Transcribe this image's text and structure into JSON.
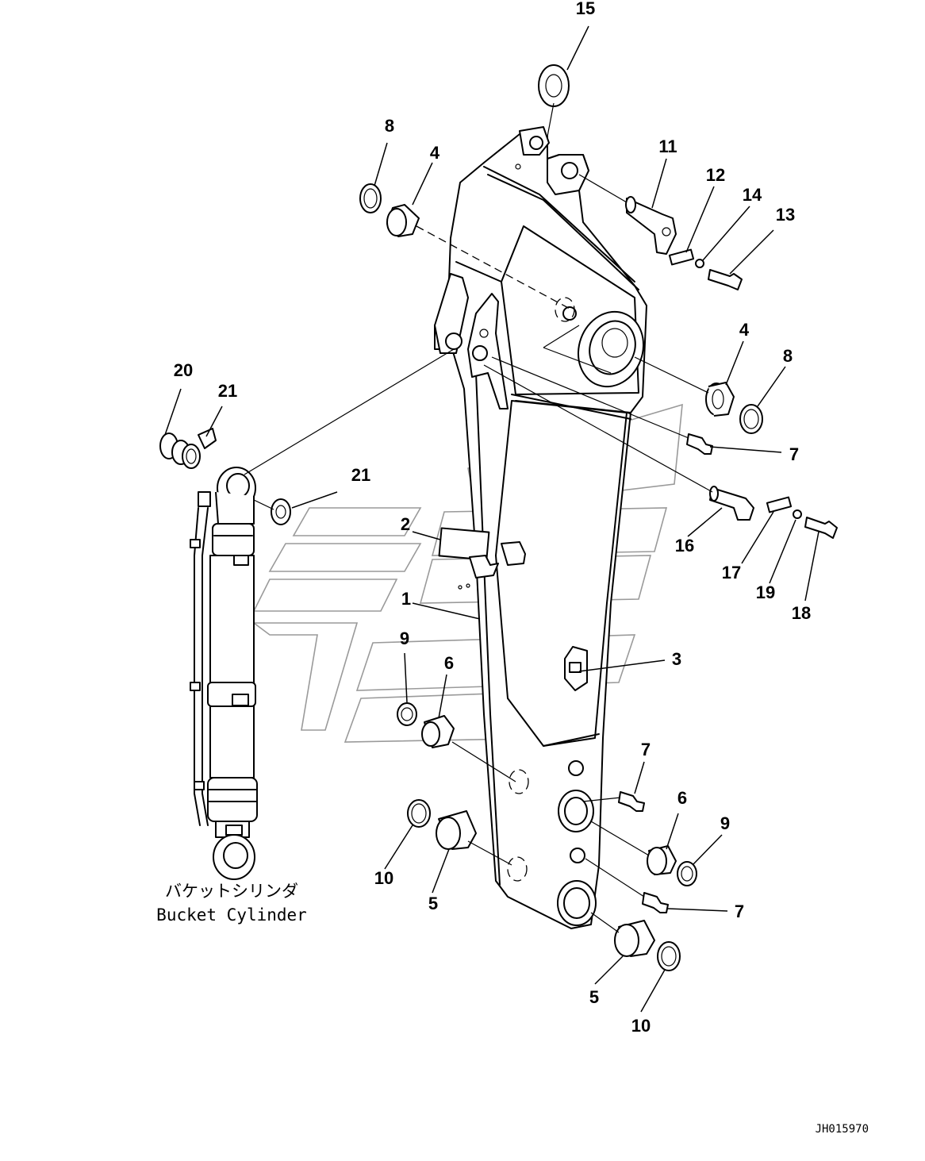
{
  "diagram": {
    "caption_jp": "バケットシリンダ",
    "caption_en": "Bucket Cylinder",
    "drawing_code": "JH015970"
  },
  "callouts": [
    {
      "id": "c15",
      "label": "15"
    },
    {
      "id": "c8a",
      "label": "8"
    },
    {
      "id": "c4a",
      "label": "4"
    },
    {
      "id": "c11",
      "label": "11"
    },
    {
      "id": "c12",
      "label": "12"
    },
    {
      "id": "c14",
      "label": "14"
    },
    {
      "id": "c13",
      "label": "13"
    },
    {
      "id": "c4b",
      "label": "4"
    },
    {
      "id": "c8b",
      "label": "8"
    },
    {
      "id": "c20",
      "label": "20"
    },
    {
      "id": "c21a",
      "label": "21"
    },
    {
      "id": "c7a",
      "label": "7"
    },
    {
      "id": "c21b",
      "label": "21"
    },
    {
      "id": "c2",
      "label": "2"
    },
    {
      "id": "c16",
      "label": "16"
    },
    {
      "id": "c17",
      "label": "17"
    },
    {
      "id": "c19",
      "label": "19"
    },
    {
      "id": "c18",
      "label": "18"
    },
    {
      "id": "c1",
      "label": "1"
    },
    {
      "id": "c3",
      "label": "3"
    },
    {
      "id": "c9a",
      "label": "9"
    },
    {
      "id": "c6a",
      "label": "6"
    },
    {
      "id": "c7b",
      "label": "7"
    },
    {
      "id": "c6b",
      "label": "6"
    },
    {
      "id": "c9b",
      "label": "9"
    },
    {
      "id": "c10a",
      "label": "10"
    },
    {
      "id": "c5a",
      "label": "5"
    },
    {
      "id": "c7c",
      "label": "7"
    },
    {
      "id": "c5b",
      "label": "5"
    },
    {
      "id": "c10b",
      "label": "10"
    }
  ]
}
